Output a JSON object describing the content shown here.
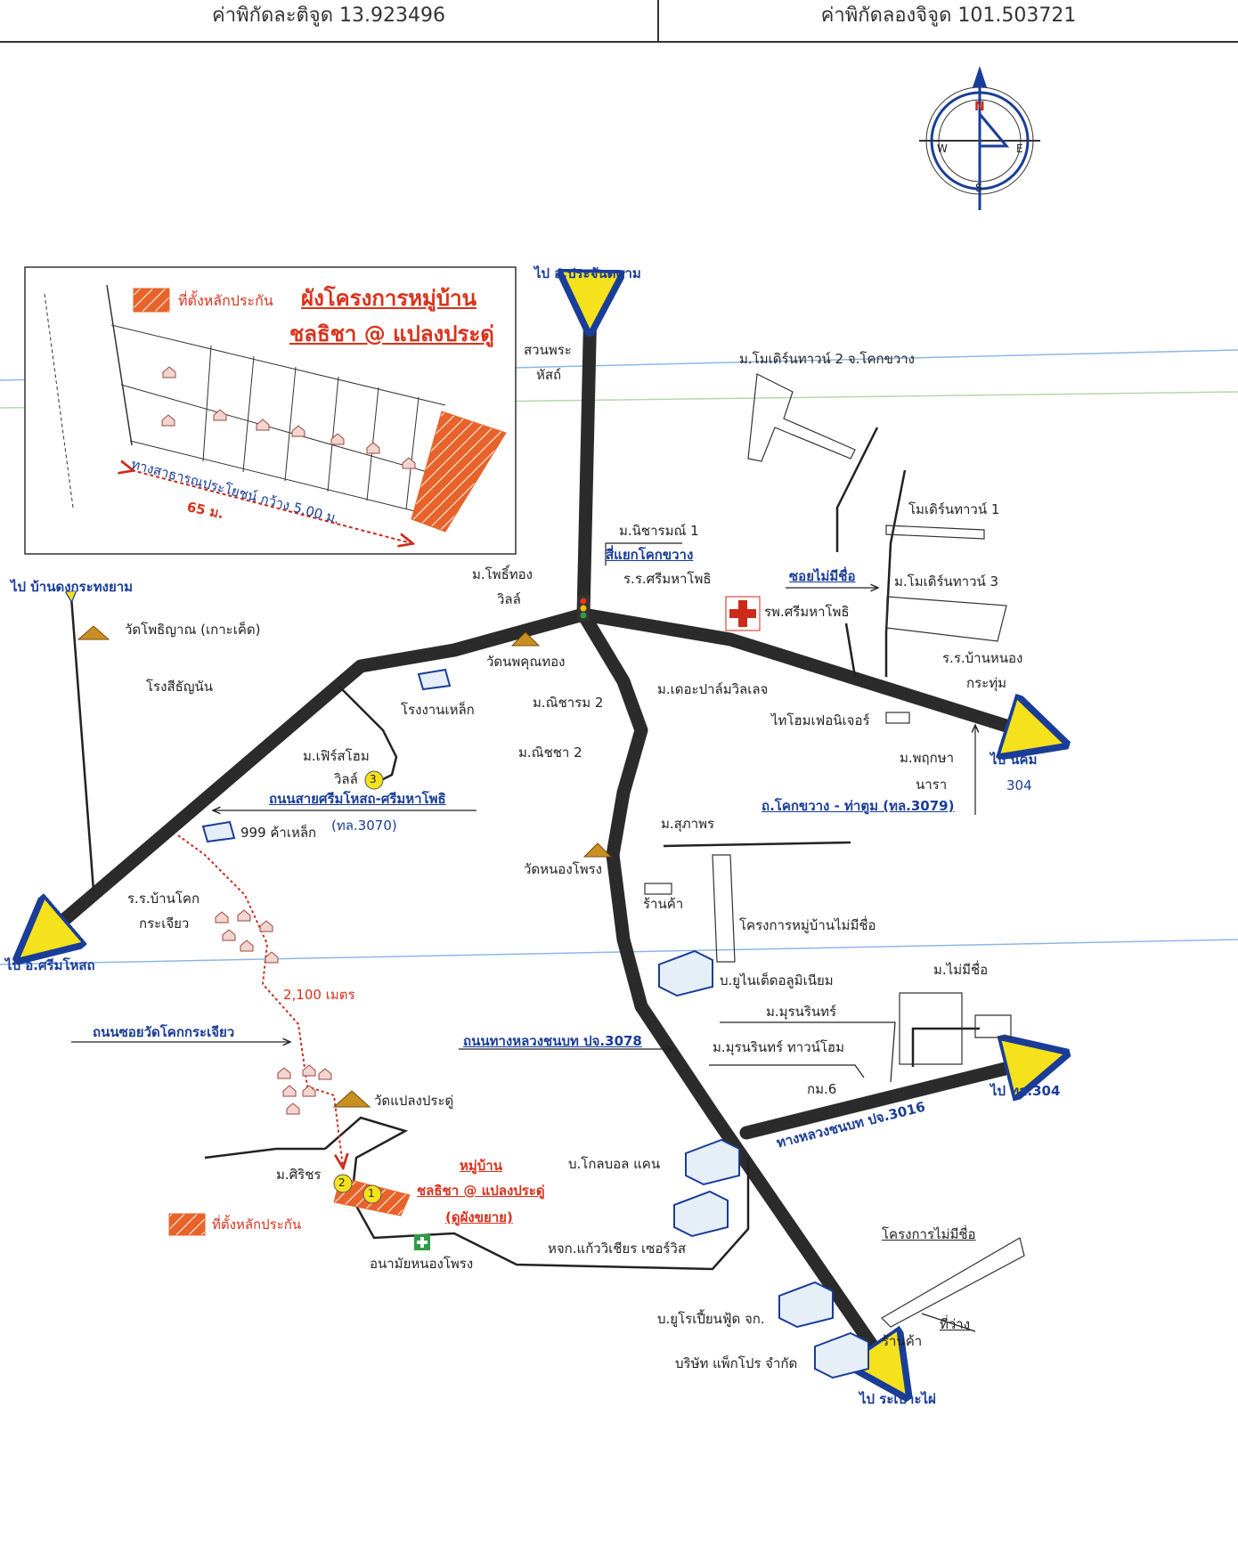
{
  "header": {
    "latitude": "ค่าพิกัดละติจูด 13.923496",
    "longitude": "ค่าพิกัดลองจิจูด 101.503721"
  },
  "compass": {
    "n": "N",
    "s": "S",
    "e": "E",
    "w": "W"
  },
  "inset": {
    "legend_label": "ที่ตั้งหลักประกัน",
    "title_line1": "ผังโครงการหมู่บ้าน",
    "title_line2": "ชลธิชา @ แปลงประดู่",
    "road_label": "ทางสาธารณประโยชน์ กว้าง 5.00 ม.",
    "distance": "65 ม."
  },
  "labels": {
    "to_prachantakham": "ไป อ.ประจันตคาม",
    "suan_phra": "สวนพระ",
    "hatai": "หัสถ์",
    "modern_town_2": "ม.โมเดิร์นทาวน์ 2 จ.โคกขวาง",
    "modern_town_1": "โมเดิร์นทาวน์ 1",
    "modern_town_3": "ม.โมเดิร์นทาวน์ 3",
    "nicharm_1": "ม.นิชารมณ์ 1",
    "siyaek_khokkhwang": "สี่แยกโคกขวาง",
    "rr_srimahaphot": "ร.ร.ศรีมหาโพธิ",
    "soi_maimichue": "ซอยไม่มีชื่อ",
    "hospital": "รพ.ศรีมหาโพธิ",
    "rr_bannongkrathum_1": "ร.ร.บ้านหนอง",
    "rr_bannongkrathum_2": "กระทุ่ม",
    "mophothong_1": "ม.โพธิ์ทอง",
    "mophothong_2": "วิลล์",
    "wat_nopkhunthong": "วัดนพคุณทอง",
    "nicharm_2": "ม.ณิชารม 2",
    "the_palm_ville": "ม.เดอะปาล์มวิลเลจ",
    "thaihome_furniture": "ไทโฮมเฟอนิเจอร์",
    "to_nikhom": "ไป นิคม",
    "nikhom_304": "304",
    "phrueksa_1": "ม.พฤกษา",
    "phrueksa_2": "นารา",
    "road_3079": "ถ.โคกขวาง - ท่าตูม (ทล.3079)",
    "to_ban_dongkrathong": "ไป บ้านดงกระทงยาม",
    "wat_phothiyan": "วัดโพธิญาณ (เกาะเค็ด)",
    "rongsi_thanyan": "โรงสีธัญนัน",
    "rongngan_lek": "โรงงานเหล็ก",
    "first_home_1": "ม.เฟิร์สโฮม",
    "first_home_2": "วิลล์",
    "road_3070_name": "ถนนสายศรีมโหสถ-ศรีมหาโพธิ",
    "road_3070_num": "(ทล.3070)",
    "kalek_999": "999 ค้าเหล็ก",
    "nicha_2": "ม.ณิชชา 2",
    "supaporn": "ม.สุภาพร",
    "wat_nongphrong": "วัดหนองโพรง",
    "ran_ka_1": "ร้านค้า",
    "project_nameless": "โครงการหมู่บ้านไม่มีชื่อ",
    "rr_bankhok_1": "ร.ร.บ้านโคก",
    "rr_bankhok_2": "กระเจียว",
    "to_srimahosot": "ไป อ.ศรีมโหสถ",
    "distance_2100": "2,100 เมตร",
    "soi_wat_khok": "ถนนซอยวัดโคกกระเจียว",
    "unitech": "บ.ยูไนเต็ดอลูมิเนียม",
    "m_maimichue": "ม.ไม่มีชื่อ",
    "m_munin": "ม.มุรนรินทร์",
    "road_3078": "ถนนทางหลวงชนบท ปจ.3078",
    "m_munin_townhome": "ม.มุรนรินทร์ ทาวน์โฮม",
    "km6": "กม.6",
    "to_304": "ไป ทล.304",
    "road_3016": "ทางหลวงชนบท ปจ.3016",
    "wat_plaeng_pradu": "วัดแปลงประดู่",
    "m_sirich": "ม.ศิริชร",
    "project_name_1": "หมู่บ้าน",
    "project_name_2": "ชลธิชา @ แปลงประดู่",
    "project_name_3": "(ดูผังขยาย)",
    "collateral_label": "ที่ตั้งหลักประกัน",
    "golf_ball": "บ.โกลบอล แคน",
    "anamai": "อนามัยหนองโพรง",
    "hjk_glass": "หจก.แก้ววิเชียร เซอร์วิส",
    "project_maimichue": "โครงการไม่มีชื่อ",
    "thi_wang": "ที่ว่าง",
    "ran_ka_2": "ร้านค้า",
    "eurofood": "บ.ยูโรเปี้ยนฟู้ด จก.",
    "packpro": "บริษัท แพ็กโปร จำกัด",
    "to_rabob": "ไป ระเบาะไผ่",
    "num_1": "1",
    "num_2": "2",
    "num_3": "3"
  },
  "colors": {
    "road": "#2b2b2b",
    "arrow_yellow": "#f5e11c",
    "arrow_outline": "#1a3d99",
    "collateral_orange": "#e8632a",
    "route_red": "#cc2a1a",
    "thin_line": "#222222",
    "grid_blue": "#8fb6e6",
    "grid_green": "#b7d6b0"
  }
}
